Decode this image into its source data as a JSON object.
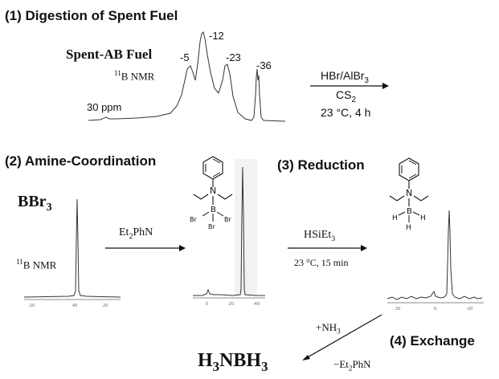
{
  "steps": {
    "digestion": "(1) Digestion of Spent Fuel",
    "coordination": "(2) Amine-Coordination",
    "reduction": "(3) Reduction",
    "exchange": "(4) Exchange"
  },
  "spent_fuel": {
    "title": "Spent-AB Fuel",
    "nmr_label_sup": "11",
    "nmr_label": "B NMR",
    "scale_label": "30 ppm",
    "peaks": [
      "-5",
      "-12",
      "-23",
      "-36"
    ]
  },
  "conditions_1": {
    "reagent": "HBr/AlBr",
    "reagent_sub": "3",
    "solvent": "CS",
    "solvent_sub": "2",
    "temp_time": "23 °C, 4 h"
  },
  "bbr3": {
    "main": "BBr",
    "sub": "3"
  },
  "nmr_label_2": {
    "sup": "11",
    "text": "B NMR"
  },
  "conditions_2": {
    "reagent_pre": "Et",
    "reagent_sub": "2",
    "reagent_post": "PhN"
  },
  "conditions_3": {
    "reagent_pre": "HSiEt",
    "reagent_sub": "3",
    "temp_time": "23 °C, 15 min"
  },
  "adduct_1": {
    "N": "N",
    "B": "B",
    "Br1": "Br",
    "Br2": "Br",
    "Br3": "Br"
  },
  "adduct_2": {
    "N": "N",
    "B": "B",
    "H1": "H",
    "H2": "H",
    "H3": "H"
  },
  "exchange": {
    "reagent_pre": "+NH",
    "reagent_sub": "3",
    "leaving_pre": "−Et",
    "leaving_sub": "2",
    "leaving_post": "PhN"
  },
  "product": {
    "p1": "H",
    "s1": "3",
    "p2": "NBH",
    "s2": "3"
  },
  "colors": {
    "ink": "#111111",
    "spectrum": "#333333"
  }
}
